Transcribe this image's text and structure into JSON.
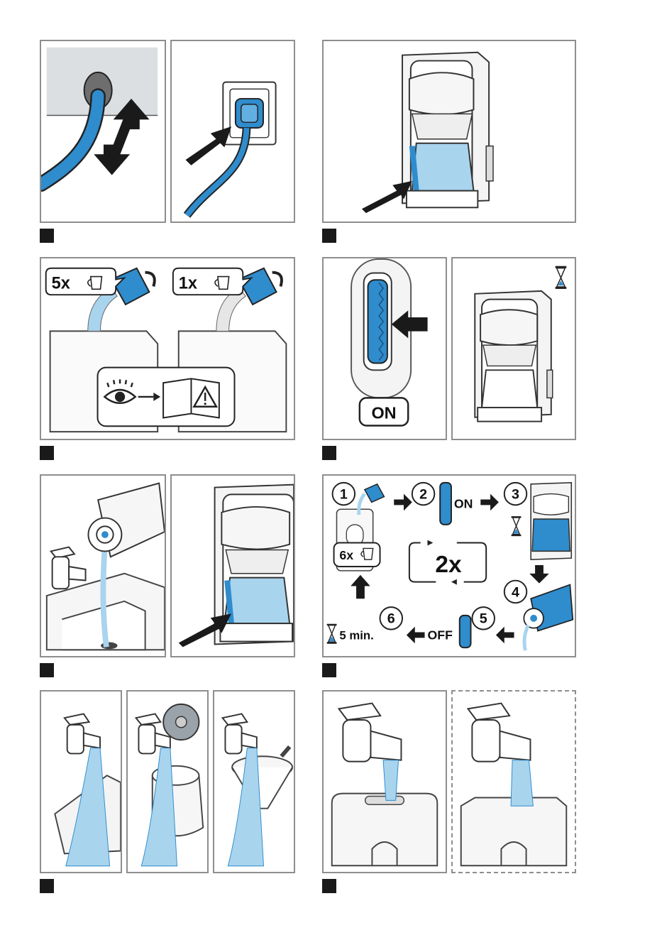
{
  "colors": {
    "blue": "#2f8ccd",
    "light_blue": "#a9d4ee",
    "frame": "#8e8e8e",
    "marker": "#1a1a1a",
    "grey_wall": "#dcdfe2"
  },
  "panel_b3": {
    "cup1_count": "5x",
    "cup2_count": "1x",
    "icons": [
      "eye-icon",
      "arrow-icon",
      "manual-warning-icon"
    ]
  },
  "panel_b4": {
    "switch_label": "ON",
    "icons": [
      "hourglass-icon"
    ]
  },
  "panel_b6": {
    "steps": [
      "1",
      "2",
      "3",
      "4",
      "5",
      "6"
    ],
    "on_label": "ON",
    "off_label": "OFF",
    "repeat_label": "2x",
    "cups_label": "6x",
    "wait_label": "5 min."
  }
}
